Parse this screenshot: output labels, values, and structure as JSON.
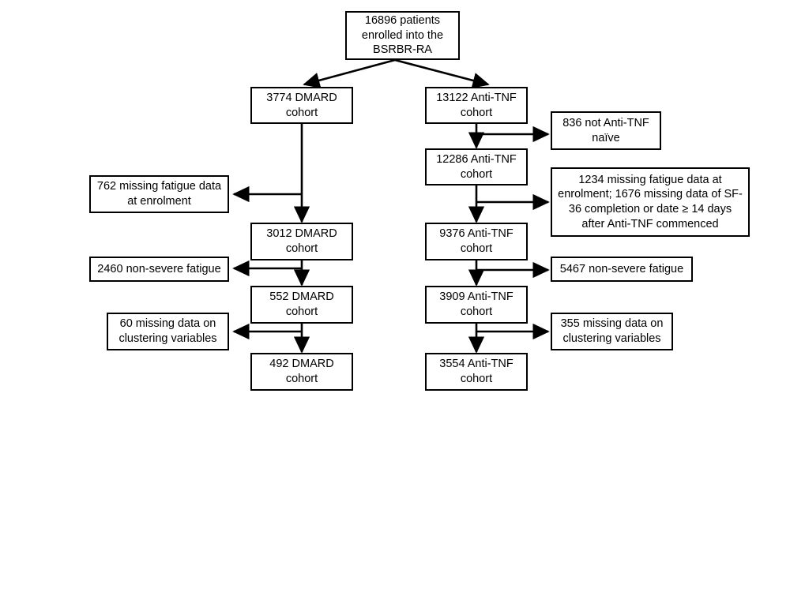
{
  "diagram": {
    "title": "BSRBR-RA patient selection flowchart",
    "type": "flowchart",
    "line_color": "#000000",
    "box_fill": "#ffffff",
    "nodes": {
      "enrolled": "16896 patients enrolled into the BSRBR-RA",
      "dmard_1": "3774 DMARD cohort",
      "antitnf_1": "13122 Anti-TNF cohort",
      "excl_not_naive": "836 not Anti-TNF naïve",
      "antitnf_2": "12286 Anti-TNF cohort",
      "excl_missing_fatigue_right": "1234 missing fatigue data at enrolment; 1676 missing data of  SF-36 completion or date ≥ 14 days after Anti-TNF commenced",
      "excl_missing_fatigue_left": "762 missing fatigue data at enrolment",
      "dmard_2": "3012 DMARD cohort",
      "antitnf_3": "9376 Anti-TNF cohort",
      "excl_nonsevere_left": "2460 non-severe fatigue",
      "excl_nonsevere_right": "5467 non-severe fatigue",
      "dmard_3": "552 DMARD cohort",
      "antitnf_4": "3909 Anti-TNF cohort",
      "excl_clustering_left": "60 missing data on clustering variables",
      "excl_clustering_right": "355 missing data on clustering variables",
      "dmard_4": "492 DMARD cohort",
      "antitnf_5": "3554 Anti-TNF cohort"
    }
  }
}
